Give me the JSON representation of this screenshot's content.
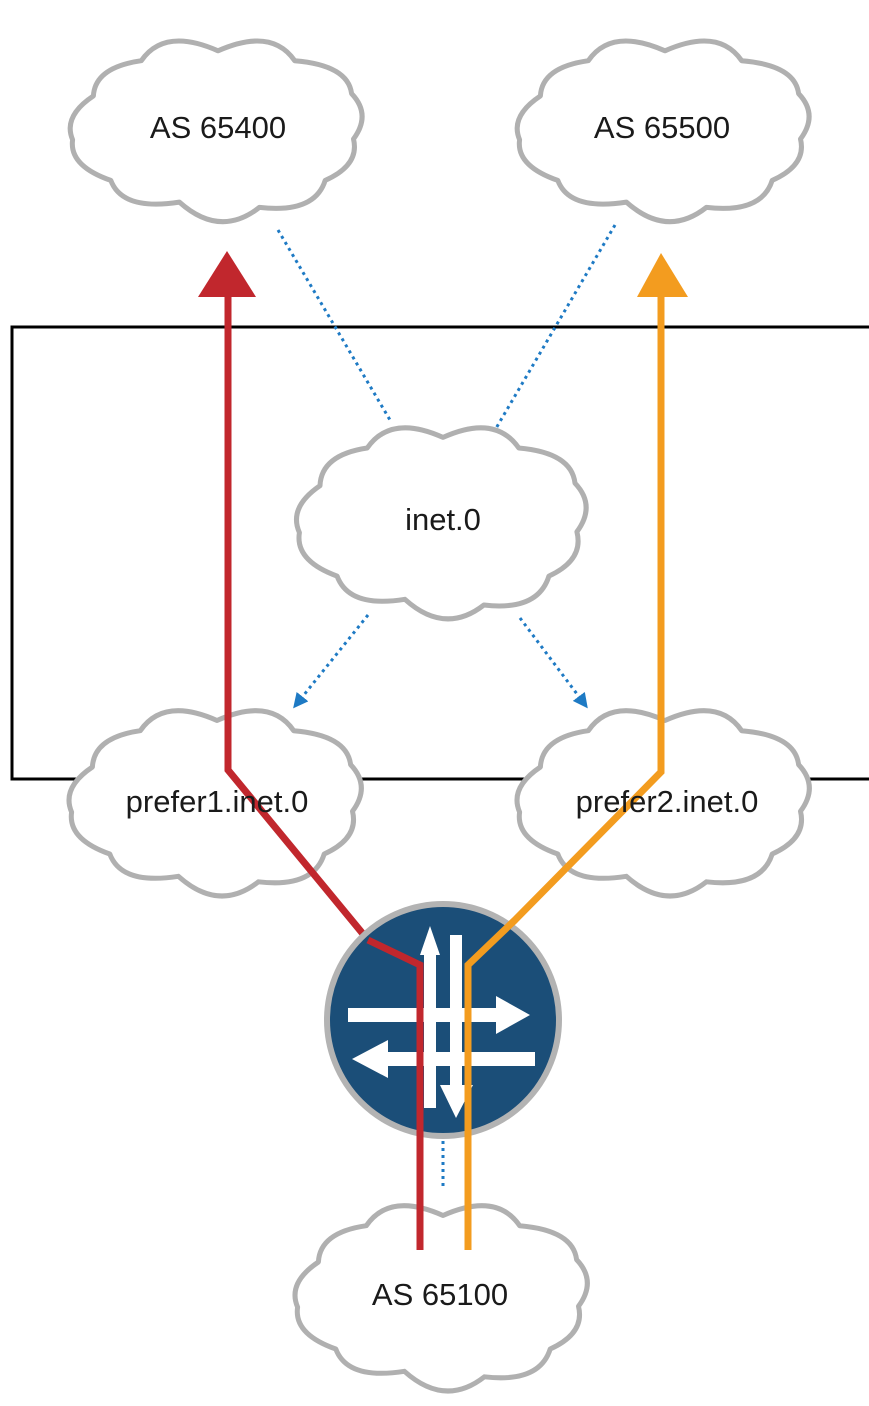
{
  "clouds": {
    "as65400": {
      "label": "AS 65400"
    },
    "as65500": {
      "label": "AS 65500"
    },
    "inet0": {
      "label": "inet.0"
    },
    "prefer1": {
      "label": "prefer1.inet.0"
    },
    "prefer2": {
      "label": "prefer2.inet.0"
    },
    "as65100": {
      "label": "AS 65100"
    }
  },
  "colors": {
    "cloud_stroke": "#b0b0b0",
    "dotted_link": "#1e7ac4",
    "path_red": "#c1272d",
    "path_orange": "#f39c1f",
    "router_fill": "#1b4e78",
    "router_ring": "#b3b3b3",
    "frame": "#000000"
  },
  "icons": {
    "router": "router-icon"
  }
}
